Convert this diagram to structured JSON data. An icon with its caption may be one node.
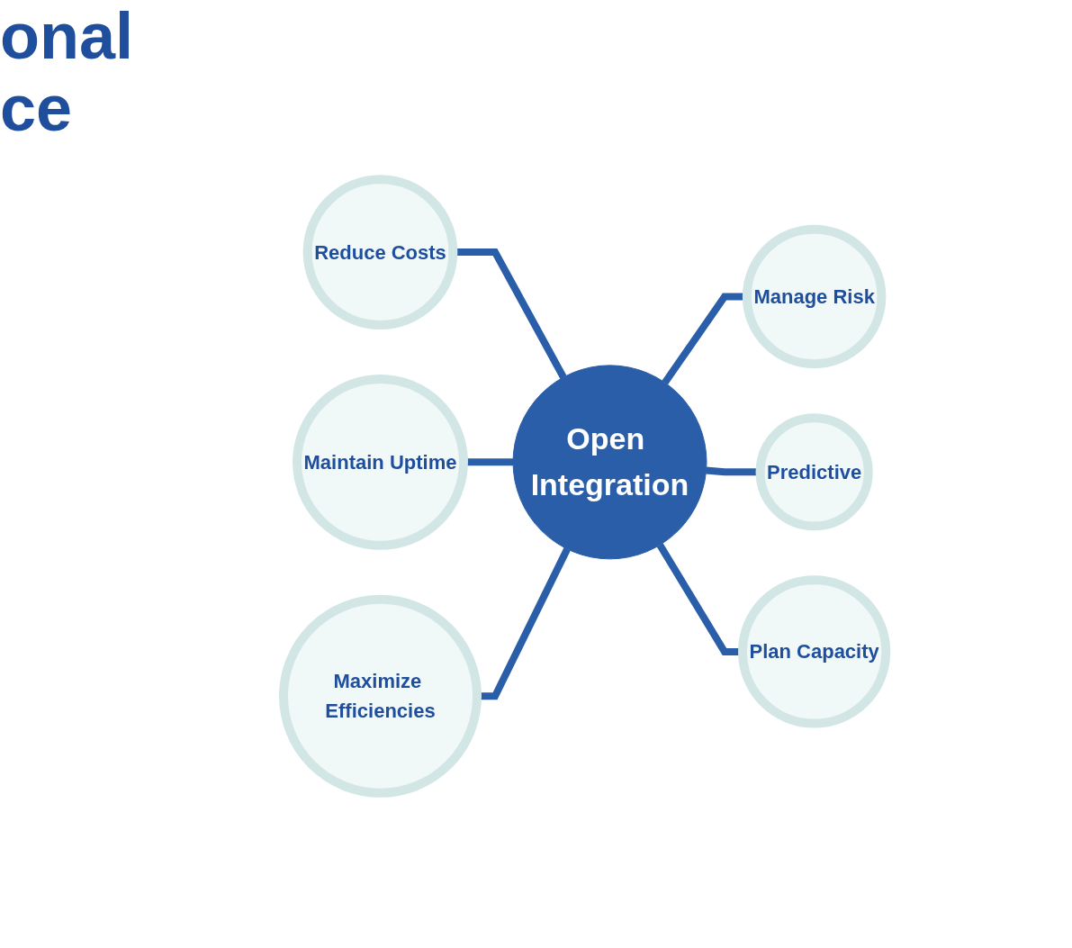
{
  "diagram": {
    "nodes": [
      {
        "text": [
          "Reduce Costs"
        ]
      },
      {
        "text": [
          "Manage Risk"
        ]
      },
      {
        "text": [
          "Maintain Uptime"
        ]
      },
      {
        "text": [
          "Open Integration"
        ]
      },
      {
        "text": [
          "Predictive"
        ]
      },
      {
        "text": [
          "Maximize Efficiencies"
        ]
      },
      {
        "text": [
          "Plan Capacity"
        ]
      }
    ],
    "edges": [
      {
        "from": 0,
        "to": 3,
        "arrow": "none"
      },
      {
        "from": 3,
        "to": 1,
        "arrow": "none"
      },
      {
        "from": 2,
        "to": 3,
        "arrow": "none"
      },
      {
        "from": 3,
        "to": 4,
        "arrow": "none"
      },
      {
        "from": 5,
        "to": 3,
        "arrow": "none"
      },
      {
        "from": 3,
        "to": 6,
        "arrow": "none"
      }
    ],
    "labels": [
      "onal",
      "ce"
    ]
  }
}
